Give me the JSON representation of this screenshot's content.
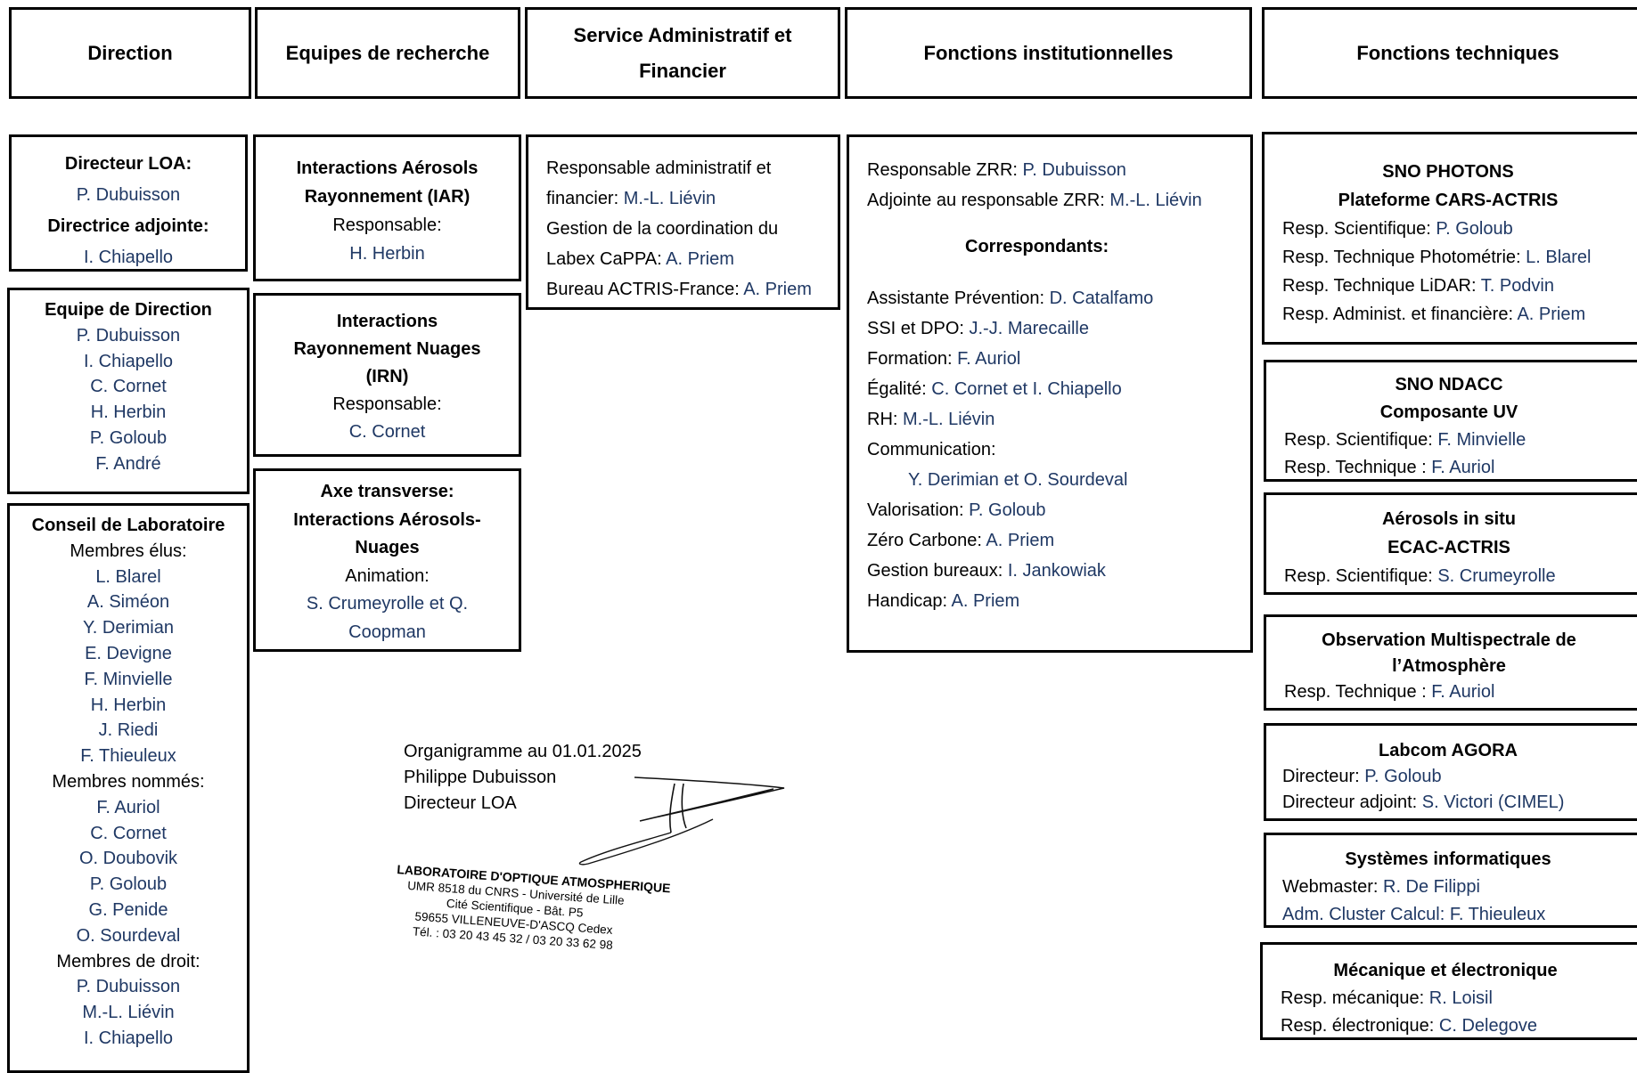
{
  "headers": {
    "direction": "Direction",
    "equipes": "Equipes de recherche",
    "saf_line1": "Service Administratif et",
    "saf_line2": "Financier",
    "institutionnelles": "Fonctions institutionnelles",
    "techniques": "Fonctions techniques"
  },
  "direction_box": {
    "directeur_label": "Directeur LOA:",
    "directeur_name": "P. Dubuisson",
    "adjointe_label": "Directrice adjointe:",
    "adjointe_name": "I. Chiapello"
  },
  "equipe_direction": {
    "title": "Equipe de Direction",
    "members": [
      "P. Dubuisson",
      "I. Chiapello",
      "C. Cornet",
      "H. Herbin",
      "P. Goloub",
      "F. André"
    ]
  },
  "conseil": {
    "title": "Conseil de Laboratoire",
    "elus_label": "Membres élus:",
    "elus": [
      "L. Blarel",
      "A. Siméon",
      "Y. Derimian",
      "E. Devigne",
      "F. Minvielle",
      "H. Herbin",
      "J. Riedi",
      "F. Thieuleux"
    ],
    "nommes_label": "Membres nommés:",
    "nommes": [
      "F. Auriol",
      "C. Cornet",
      "O. Doubovik",
      "P. Goloub",
      "G. Penide",
      "O. Sourdeval"
    ],
    "droit_label": "Membres de droit:",
    "droit": [
      "P. Dubuisson",
      "M.-L. Liévin",
      "I. Chiapello"
    ]
  },
  "iar": {
    "title1": "Interactions Aérosols",
    "title2": "Rayonnement (IAR)",
    "resp_label": "Responsable:",
    "resp_name": "H. Herbin"
  },
  "irn": {
    "title1": "Interactions",
    "title2": "Rayonnement Nuages",
    "title3": "(IRN)",
    "resp_label": "Responsable:",
    "resp_name": "C. Cornet"
  },
  "axe": {
    "title1": "Axe transverse:",
    "title2": "Interactions Aérosols-",
    "title3": "Nuages",
    "anim_label": "Animation:",
    "anim_line1": "S. Crumeyrolle  et Q.",
    "anim_line2": "Coopman"
  },
  "saf": {
    "resp_line1": "Responsable administratif et",
    "resp_line2_label": "financier: ",
    "resp_name": "M.-L. Liévin",
    "coord_line1": "Gestion de la coordination du",
    "coord_label": "Labex CaPPA: ",
    "coord_name": "A. Priem",
    "bureau_label": "Bureau ACTRIS-France: ",
    "bureau_name": "A. Priem"
  },
  "institutionnelles": {
    "zrr_label": "Responsable ZRR: ",
    "zrr_name": "P. Dubuisson",
    "adj_label": "Adjointe au responsable ZRR: ",
    "adj_name": "M.-L. Liévin",
    "corr_title": "Correspondants:",
    "items": [
      {
        "label": "Assistante Prévention: ",
        "name": "D. Catalfamo"
      },
      {
        "label": "SSI et DPO: ",
        "name": "J.-J. Marecaille"
      },
      {
        "label": "Formation: ",
        "name": "F. Auriol"
      },
      {
        "label": "Égalité: ",
        "name": "C. Cornet et I. Chiapello"
      },
      {
        "label": "RH: ",
        "name": "M.-L. Liévin"
      },
      {
        "label": "Communication:",
        "name": ""
      },
      {
        "label": "",
        "name": "Y. Derimian et O. Sourdeval"
      },
      {
        "label": "Valorisation: ",
        "name": "P. Goloub"
      },
      {
        "label": "Zéro Carbone: ",
        "name": "A. Priem"
      },
      {
        "label": "Gestion bureaux: ",
        "name": "I. Jankowiak"
      },
      {
        "label": "Handicap: ",
        "name": "A. Priem"
      }
    ]
  },
  "tech": {
    "photons": {
      "title1": "SNO PHOTONS",
      "title2": "Plateforme CARS-ACTRIS",
      "items": [
        {
          "label": "Resp. Scientifique: ",
          "name": "P. Goloub"
        },
        {
          "label": "Resp. Technique Photométrie: ",
          "name": "L. Blarel"
        },
        {
          "label": "Resp. Technique LiDAR: ",
          "name": "T. Podvin"
        },
        {
          "label": "Resp. Administ. et financière: ",
          "name": "A. Priem"
        }
      ]
    },
    "ndacc": {
      "title1": "SNO NDACC",
      "title2": "Composante UV",
      "items": [
        {
          "label": "Resp. Scientifique: ",
          "name": "F. Minvielle"
        },
        {
          "label": "Resp. Technique : ",
          "name": "F. Auriol"
        }
      ]
    },
    "aerosols": {
      "title1": "Aérosols in situ",
      "title2": "ECAC-ACTRIS",
      "items": [
        {
          "label": "Resp. Scientifique: ",
          "name": "S. Crumeyrolle"
        }
      ]
    },
    "oma": {
      "title1": "Observation Multispectrale de",
      "title2": "l’Atmosphère",
      "items": [
        {
          "label": "Resp. Technique : ",
          "name": "F. Auriol"
        }
      ]
    },
    "agora": {
      "title1": "Labcom AGORA",
      "items": [
        {
          "label": "Directeur: ",
          "name": "P. Goloub"
        },
        {
          "label": "Directeur adjoint: ",
          "name": "S. Victori (CIMEL)"
        }
      ]
    },
    "info": {
      "title1": "Systèmes informatiques",
      "items": [
        {
          "label": "Webmaster: ",
          "name": "R. De Filippi"
        },
        {
          "label": "",
          "name": "Adm. Cluster Calcul: F. Thieuleux"
        }
      ]
    },
    "meca": {
      "title1": "Mécanique et électronique",
      "items": [
        {
          "label": "Resp. mécanique: ",
          "name": "R. Loisil"
        },
        {
          "label": "Resp. électronique: ",
          "name": "C. Delegove"
        }
      ]
    }
  },
  "footer": {
    "line1": "Organigramme au 01.01.2025",
    "line2": "Philippe Dubuisson",
    "line3": "Directeur LOA"
  },
  "stamp": {
    "line1": "LABORATOIRE D'OPTIQUE ATMOSPHERIQUE",
    "line2": "UMR 8518 du CNRS - Université de Lille",
    "line3": "Cité Scientifique - Bât. P5",
    "line4": "59655 VILLENEUVE-D'ASCQ Cedex",
    "line5": "Tél. : 03 20 43 45 32 / 03 20 33 62 98"
  },
  "colors": {
    "name": "#1f3864",
    "border": "#000000"
  }
}
